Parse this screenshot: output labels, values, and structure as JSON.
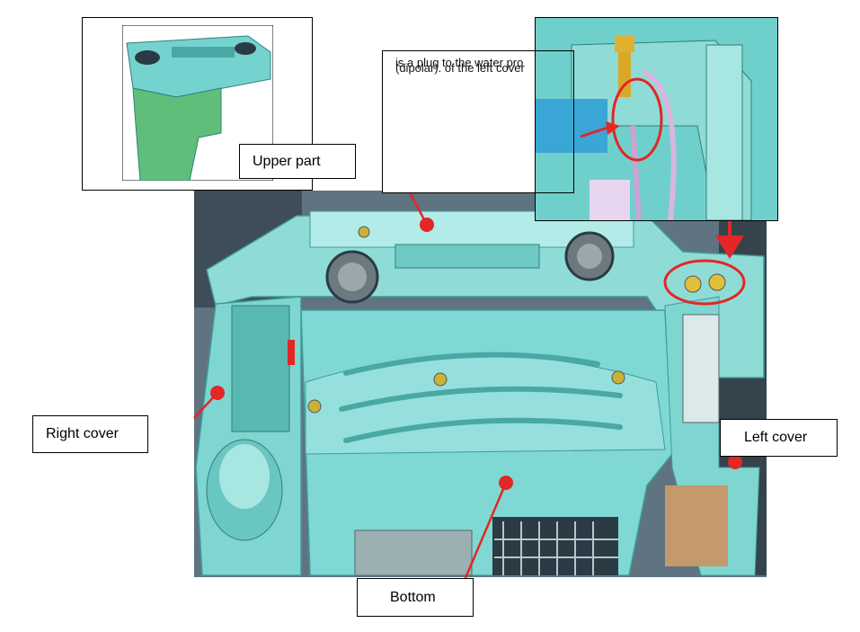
{
  "labels": {
    "upper_part": "Upper part",
    "right_cover": "Right cover",
    "left_cover": "Left cover",
    "bottom": "Bottom"
  },
  "note": {
    "line1": "is a plug to the water pro",
    "line2": "(dipolar). of the left cover"
  },
  "colors": {
    "cyan": "#74d3cf",
    "cyan_light": "#a8e6e2",
    "cyan_dark": "#3f9c99",
    "green": "#5fbf7a",
    "red": "#e32626",
    "dark": "#2b3a44"
  }
}
